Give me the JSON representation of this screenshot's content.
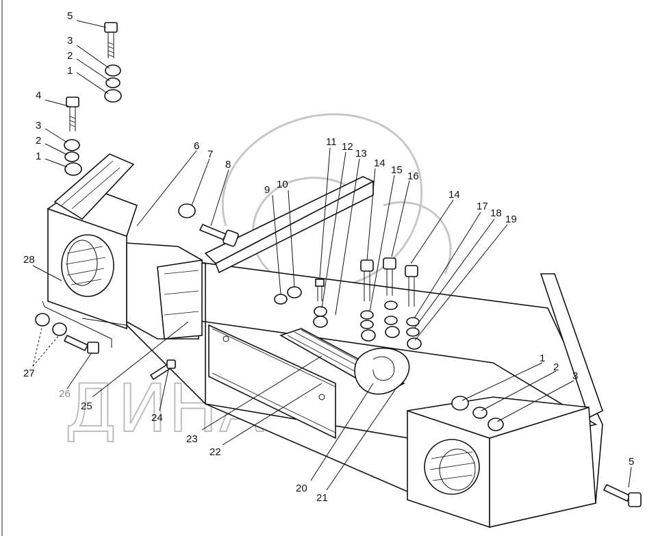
{
  "watermark": {
    "text": "ДИНАМИКА 76",
    "color": "#bdbdbd"
  },
  "callouts": [
    {
      "id": "c5a",
      "text": "5"
    },
    {
      "id": "c3a",
      "text": "3"
    },
    {
      "id": "c2a",
      "text": "2"
    },
    {
      "id": "c1a",
      "text": "1"
    },
    {
      "id": "c4",
      "text": "4"
    },
    {
      "id": "c3b",
      "text": "3"
    },
    {
      "id": "c2b",
      "text": "2"
    },
    {
      "id": "c1b",
      "text": "1"
    },
    {
      "id": "c6",
      "text": "6"
    },
    {
      "id": "c7",
      "text": "7"
    },
    {
      "id": "c8",
      "text": "8"
    },
    {
      "id": "c9",
      "text": "9"
    },
    {
      "id": "c10",
      "text": "10"
    },
    {
      "id": "c11",
      "text": "11"
    },
    {
      "id": "c12",
      "text": "12"
    },
    {
      "id": "c13",
      "text": "13"
    },
    {
      "id": "c14a",
      "text": "14"
    },
    {
      "id": "c15",
      "text": "15"
    },
    {
      "id": "c16",
      "text": "16"
    },
    {
      "id": "c14b",
      "text": "14"
    },
    {
      "id": "c17",
      "text": "17"
    },
    {
      "id": "c18",
      "text": "18"
    },
    {
      "id": "c19",
      "text": "19"
    },
    {
      "id": "c1c",
      "text": "1"
    },
    {
      "id": "c2c",
      "text": "2"
    },
    {
      "id": "c3c",
      "text": "3"
    },
    {
      "id": "c28",
      "text": "28"
    },
    {
      "id": "c27",
      "text": "27"
    },
    {
      "id": "c26",
      "text": "26"
    },
    {
      "id": "c25",
      "text": "25"
    },
    {
      "id": "c24",
      "text": "24"
    },
    {
      "id": "c23",
      "text": "23"
    },
    {
      "id": "c22",
      "text": "22"
    },
    {
      "id": "c20",
      "text": "20"
    },
    {
      "id": "c21",
      "text": "21"
    },
    {
      "id": "c5b",
      "text": "5"
    }
  ]
}
